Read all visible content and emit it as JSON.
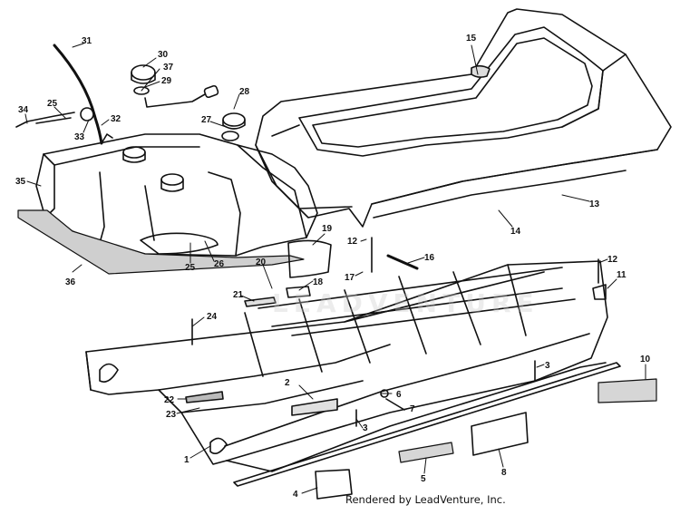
{
  "diagram": {
    "callouts": [
      {
        "id": "c1",
        "text": "1"
      },
      {
        "id": "c2",
        "text": "2"
      },
      {
        "id": "c3a",
        "text": "3"
      },
      {
        "id": "c3b",
        "text": "3"
      },
      {
        "id": "c4",
        "text": "4"
      },
      {
        "id": "c5",
        "text": "5"
      },
      {
        "id": "c6",
        "text": "6"
      },
      {
        "id": "c7",
        "text": "7"
      },
      {
        "id": "c8",
        "text": "8"
      },
      {
        "id": "c10",
        "text": "10"
      },
      {
        "id": "c11",
        "text": "11"
      },
      {
        "id": "c12a",
        "text": "12"
      },
      {
        "id": "c12b",
        "text": "12"
      },
      {
        "id": "c13",
        "text": "13"
      },
      {
        "id": "c14",
        "text": "14"
      },
      {
        "id": "c15",
        "text": "15"
      },
      {
        "id": "c16",
        "text": "16"
      },
      {
        "id": "c17",
        "text": "17"
      },
      {
        "id": "c18",
        "text": "18"
      },
      {
        "id": "c19",
        "text": "19"
      },
      {
        "id": "c20",
        "text": "20"
      },
      {
        "id": "c21",
        "text": "21"
      },
      {
        "id": "c22",
        "text": "22"
      },
      {
        "id": "c23",
        "text": "23"
      },
      {
        "id": "c24",
        "text": "24"
      },
      {
        "id": "c25a",
        "text": "25"
      },
      {
        "id": "c25b",
        "text": "25"
      },
      {
        "id": "c26",
        "text": "26"
      },
      {
        "id": "c27",
        "text": "27"
      },
      {
        "id": "c28",
        "text": "28"
      },
      {
        "id": "c29",
        "text": "29"
      },
      {
        "id": "c30",
        "text": "30"
      },
      {
        "id": "c31",
        "text": "31"
      },
      {
        "id": "c32",
        "text": "32"
      },
      {
        "id": "c33",
        "text": "33"
      },
      {
        "id": "c34",
        "text": "34"
      },
      {
        "id": "c35",
        "text": "35"
      },
      {
        "id": "c36",
        "text": "36"
      },
      {
        "id": "c37",
        "text": "37"
      }
    ],
    "watermark": "LEADVENTURE",
    "footer_credit": "Rendered by LeadVenture, Inc."
  }
}
